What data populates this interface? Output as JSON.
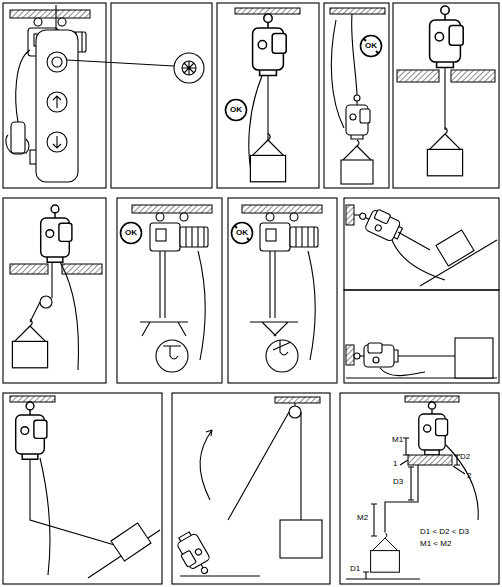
{
  "diagram": {
    "nodes": [
      {
        "text": [
          "OK"
        ]
      },
      {
        "text": [
          "OK"
        ]
      },
      {
        "text": [
          "OK"
        ]
      },
      {
        "text": [
          "OK"
        ]
      }
    ],
    "labels": [
      "M1",
      "D2",
      "1",
      "2",
      "D3",
      "M2",
      "D1 < D2 < D3",
      "M1 < M2",
      "D1"
    ]
  }
}
